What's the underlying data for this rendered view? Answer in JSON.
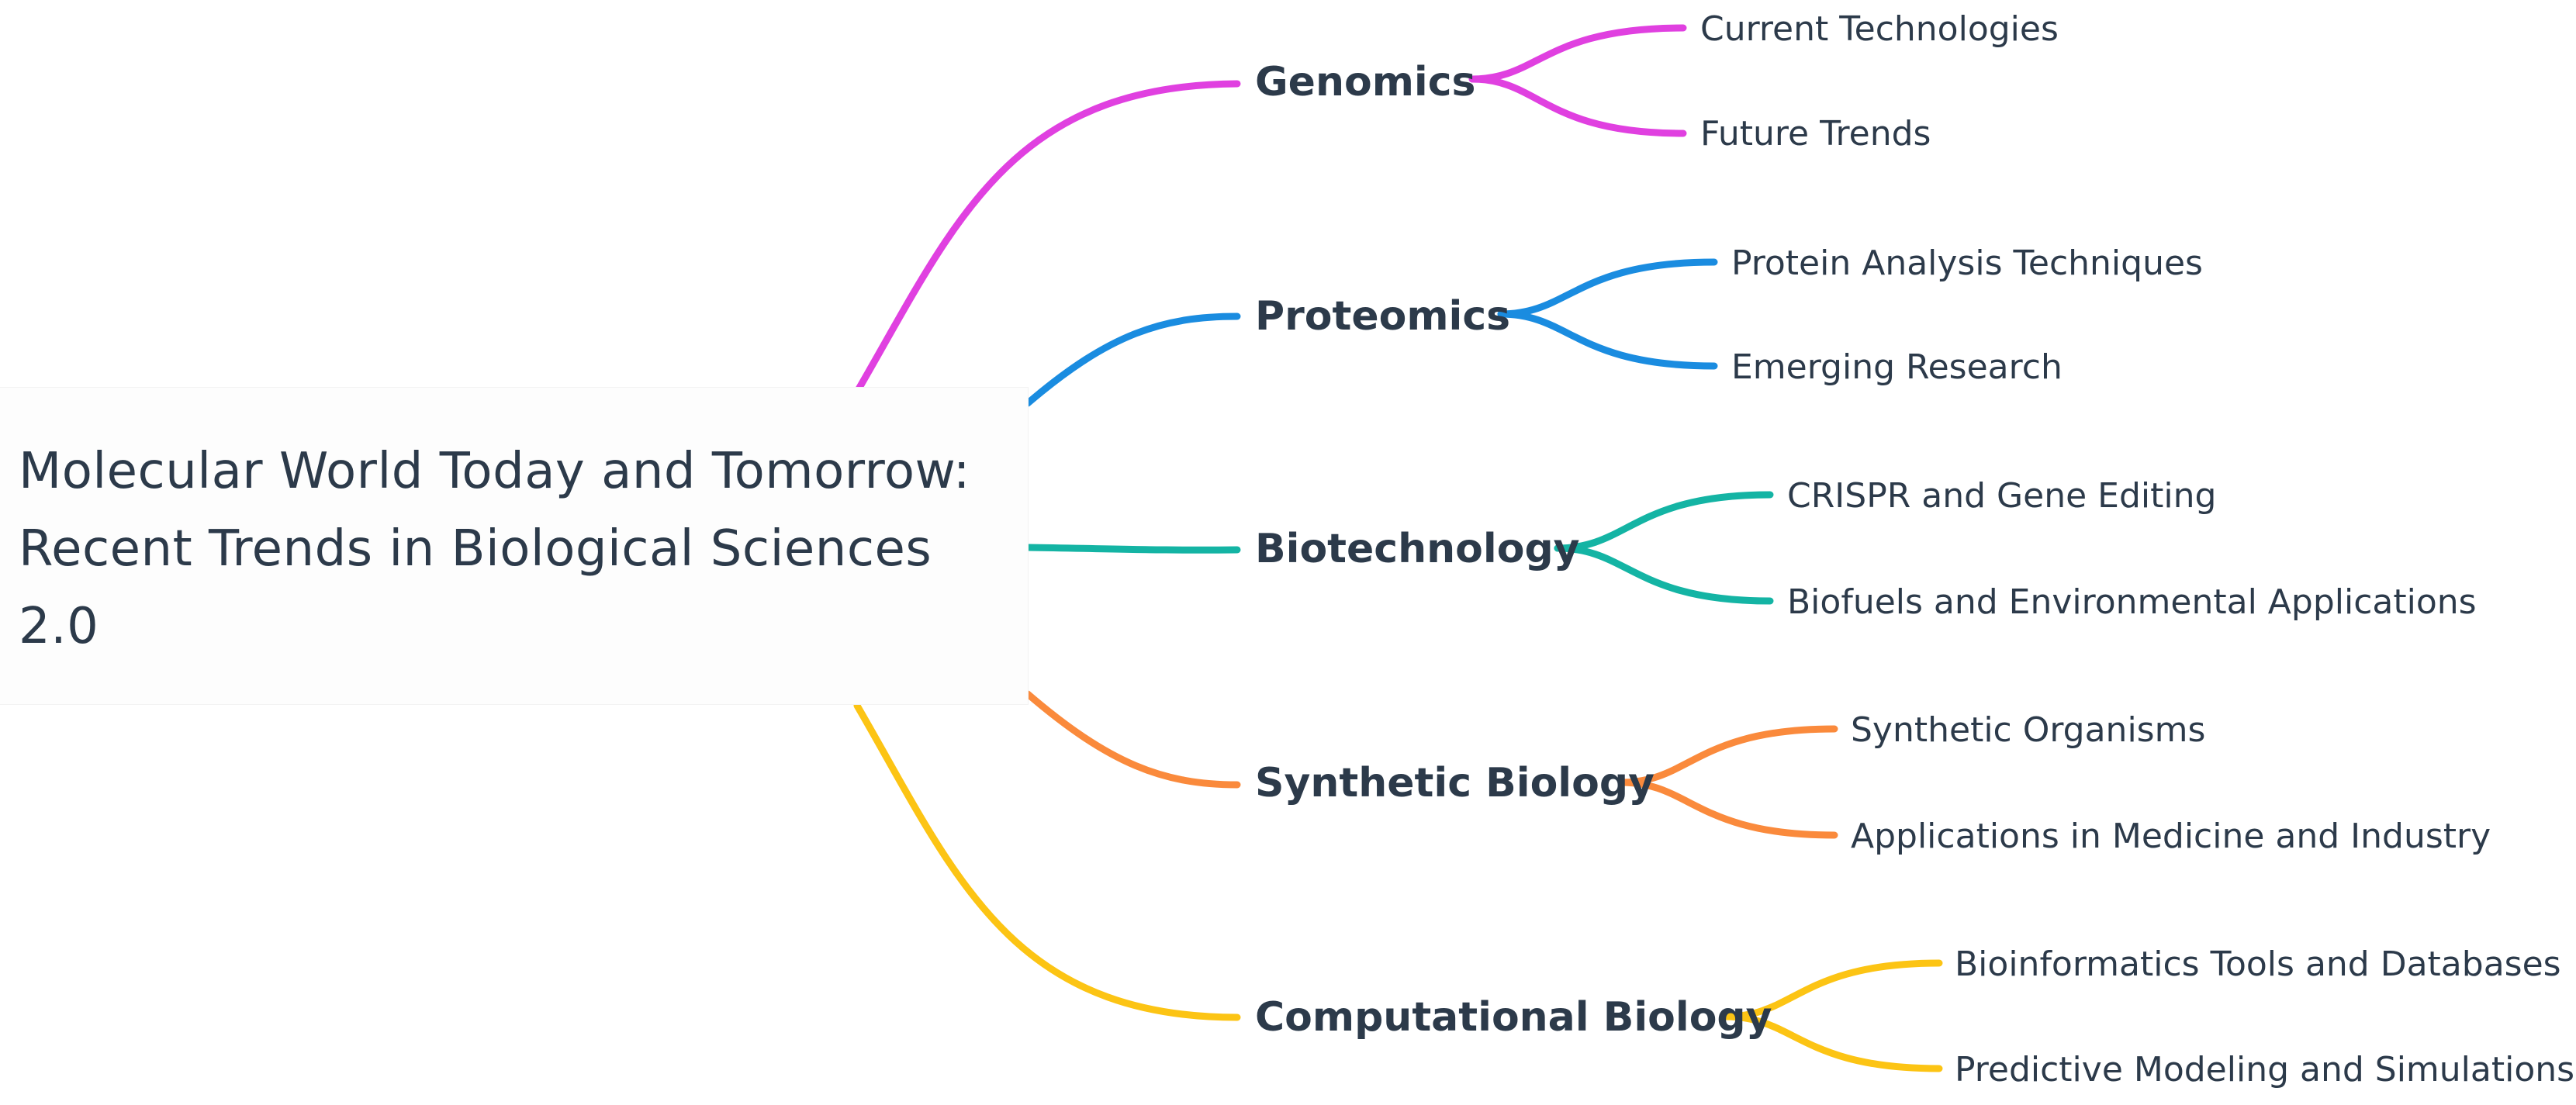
{
  "root": {
    "title": "Molecular World Today and Tomorrow:\nRecent Trends in Biological Sciences\n2.0"
  },
  "branches": [
    {
      "label": "Genomics",
      "color": "#e040e0",
      "children": [
        "Current Technologies",
        "Future Trends"
      ]
    },
    {
      "label": "Proteomics",
      "color": "#1a8ce0",
      "children": [
        "Protein Analysis Techniques",
        "Emerging Research"
      ]
    },
    {
      "label": "Biotechnology",
      "color": "#14b4a4",
      "children": [
        "CRISPR and Gene Editing",
        "Biofuels and Environmental Applications"
      ]
    },
    {
      "label": "Synthetic Biology",
      "color": "#fa8a3c",
      "children": [
        "Synthetic Organisms",
        "Applications in Medicine and Industry"
      ]
    },
    {
      "label": "Computational Biology",
      "color": "#fcc414",
      "children": [
        "Bioinformatics Tools and Databases",
        "Predictive Modeling and Simulations"
      ]
    }
  ]
}
